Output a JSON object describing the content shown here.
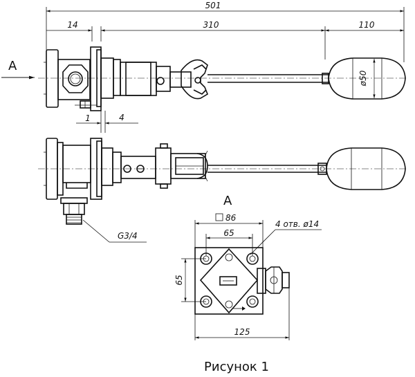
{
  "dimensions": {
    "overall_length": "501",
    "flange_offset": "14",
    "rod_length": "310",
    "float_length": "110",
    "float_diameter": "ø50",
    "gap_small": "1",
    "gap_4": "4",
    "thread": "G3/4",
    "square_size": "86",
    "hole_spacing": "65",
    "vertical_spacing": "65",
    "holes_note": "4 отв. ø14",
    "flange_width": "125"
  },
  "labels": {
    "view_arrow": "A",
    "view_title": "A",
    "caption": "Рисунок 1"
  }
}
